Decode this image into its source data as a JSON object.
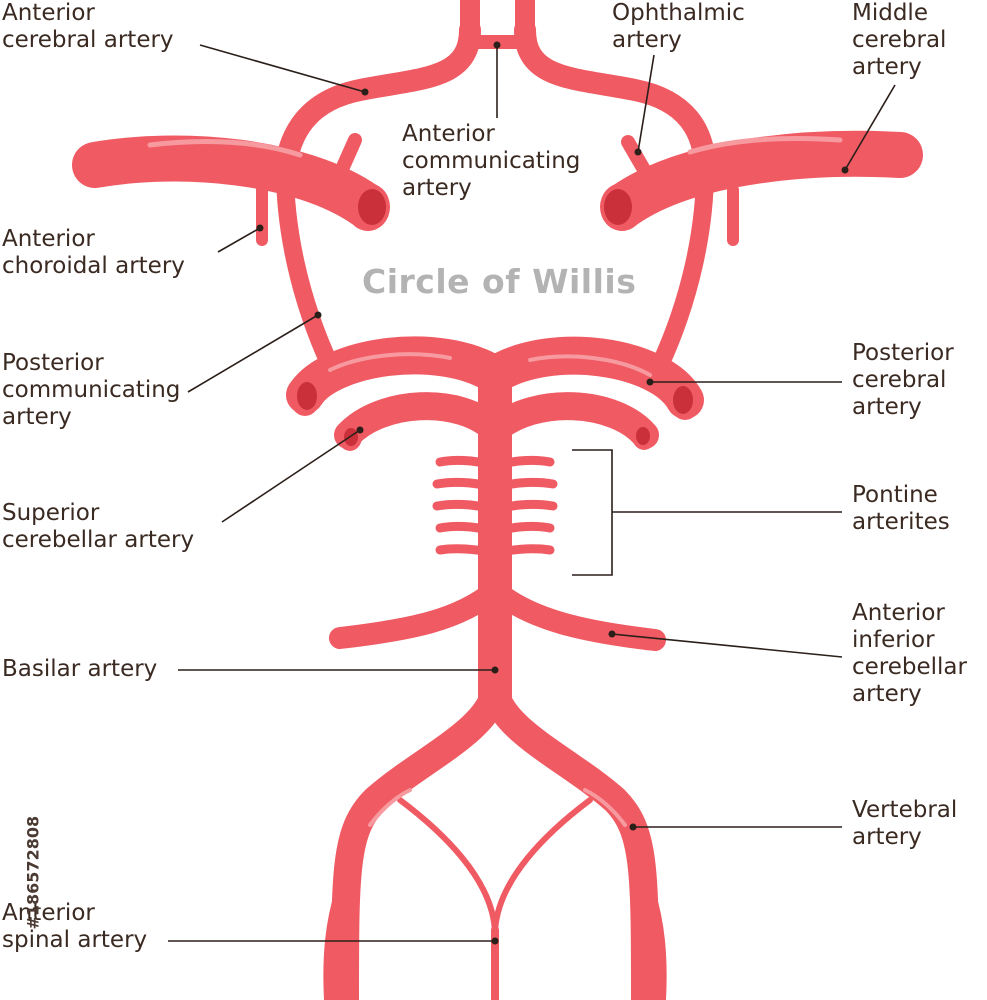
{
  "diagram": {
    "title": "Circle of Willis",
    "vessel_color": "#f05a63",
    "vessel_dark": "#c9303a",
    "highlight_color": "#f79aa0",
    "leader_color": "#2b1f1a",
    "labels": {
      "anterior_cerebral": "Anterior\ncerebral artery",
      "ophthalmic": "Ophthalmic\nartery",
      "middle_cerebral": "Middle\ncerebral\nartery",
      "anterior_communicating": "Anterior\ncommunicating\nartery",
      "anterior_choroidal": "Anterior\nchoroidal artery",
      "posterior_communicating": "Posterior\ncommunicating\nartery",
      "posterior_cerebral": "Posterior\ncerebral\nartery",
      "superior_cerebellar": "Superior\ncerebellar artery",
      "pontine": "Pontine\narterites",
      "anterior_inferior_cerebellar": "Anterior\ninferior\ncerebellar\nartery",
      "basilar": "Basilar artery",
      "vertebral": "Vertebral\nartery",
      "anterior_spinal": "Anterior\nspinal artery"
    },
    "stock_id": "#186572808"
  }
}
